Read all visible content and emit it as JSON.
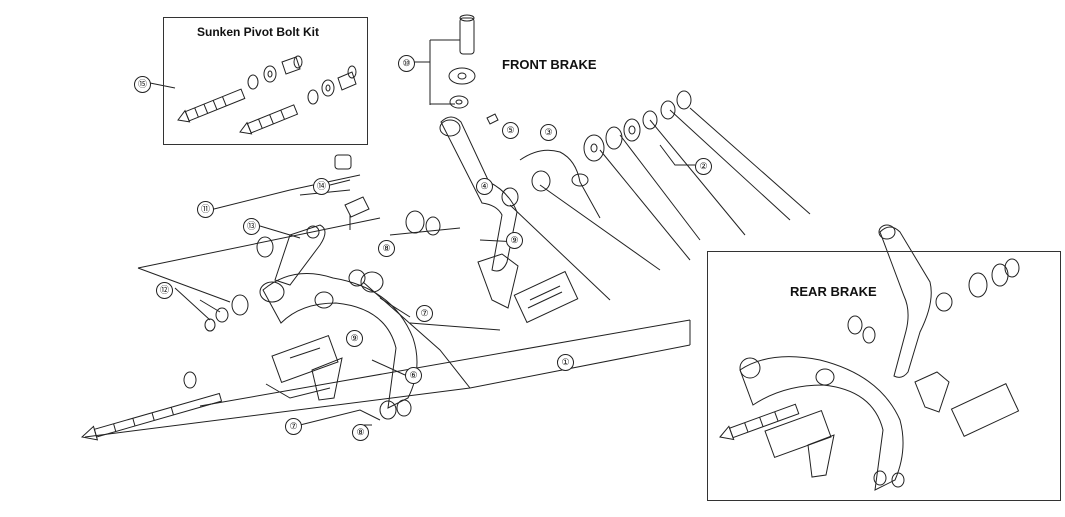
{
  "titles": {
    "kit": "Sunken Pivot Bolt Kit",
    "front": "FRONT BRAKE",
    "rear": "REAR BRAKE"
  },
  "callouts": [
    "①",
    "②",
    "③",
    "④",
    "⑤",
    "⑦",
    "⑦",
    "⑧",
    "⑧",
    "⑨",
    "⑨",
    "⑥",
    "⑩",
    "⑪",
    "⑫",
    "⑬",
    "⑭",
    "⑮"
  ],
  "colors": {
    "line": "#222222",
    "fill": "#ffffff",
    "shade": "#d9d9d9"
  }
}
